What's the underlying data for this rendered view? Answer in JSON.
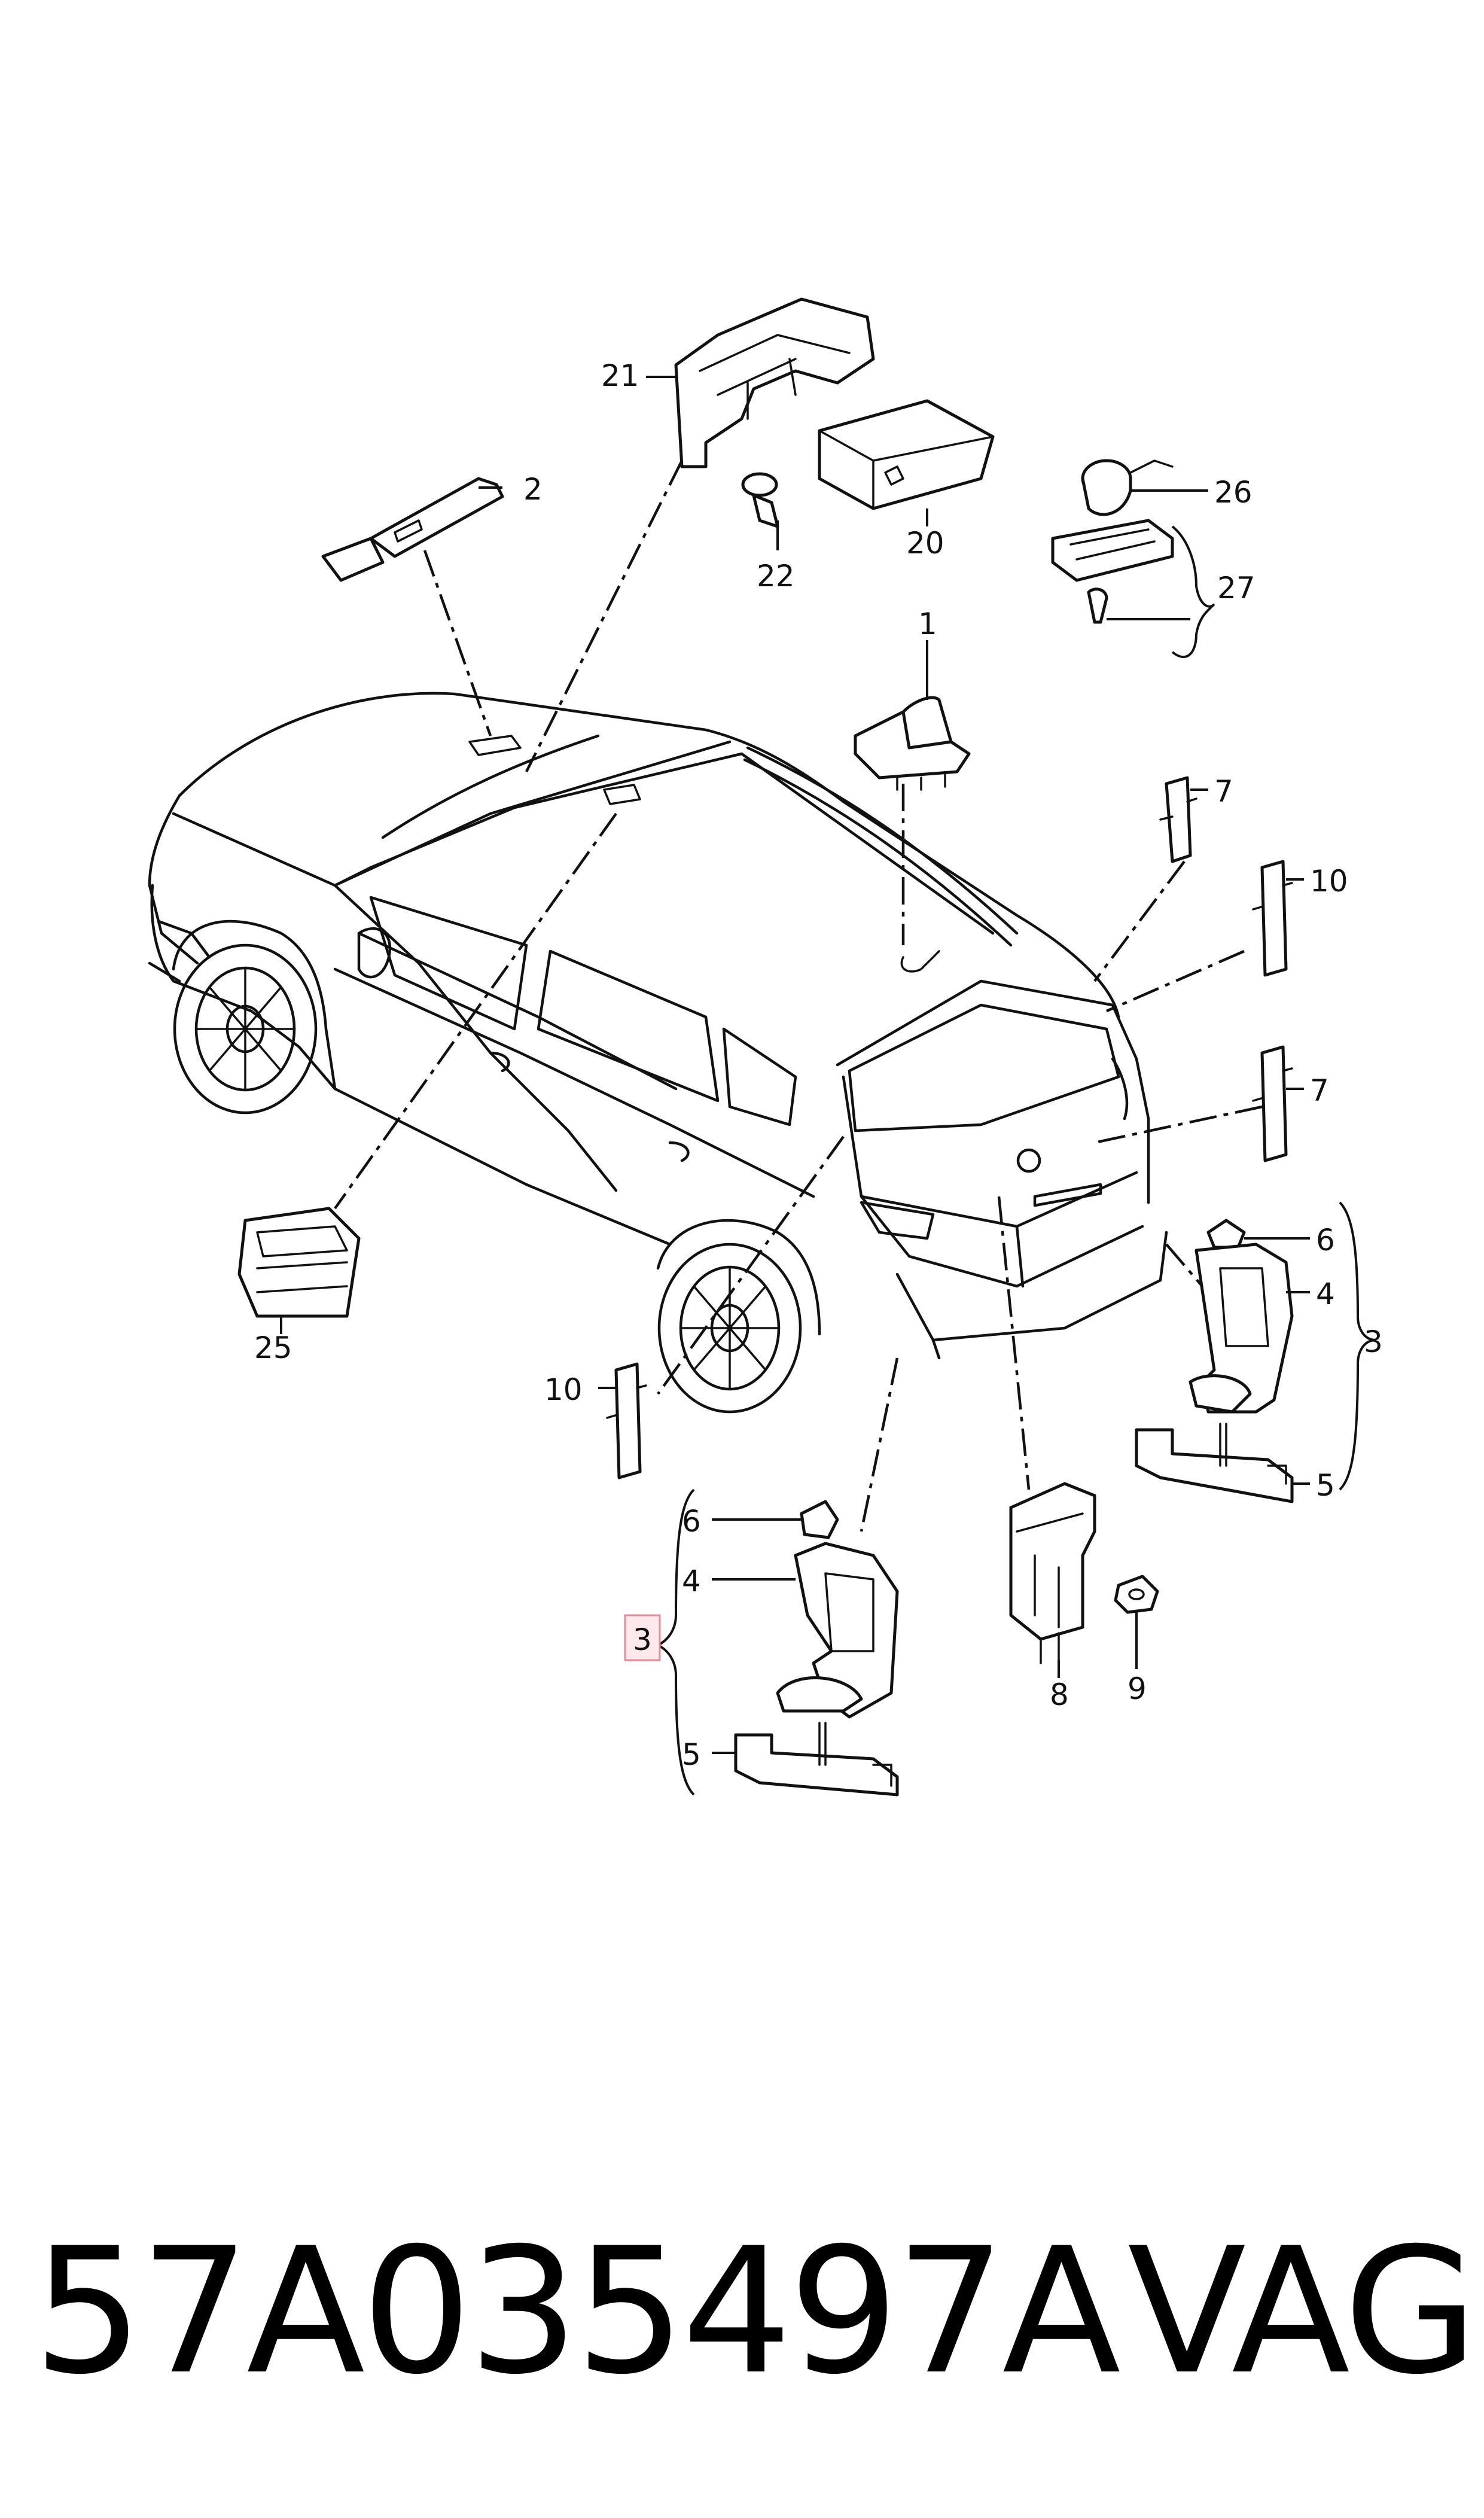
{
  "footer": {
    "part_number": "57A035497A",
    "brand": "VAG"
  },
  "callouts": {
    "c1": "1",
    "c2": "2",
    "c3_right": "3",
    "c3_left": "3",
    "c4_right": "4",
    "c4_left": "4",
    "c5_right": "5",
    "c5_left": "5",
    "c6_right": "6",
    "c6_left": "6",
    "c7_top": "7",
    "c7_mid": "7",
    "c8": "8",
    "c9": "9",
    "c10_top": "10",
    "c10_left": "10",
    "c20": "20",
    "c21": "21",
    "c22": "22",
    "c25": "25",
    "c26": "26",
    "c27": "27"
  },
  "colors": {
    "ink": "#111111",
    "highlight_fill": "#fde9ec",
    "highlight_border": "#e88a9a"
  }
}
